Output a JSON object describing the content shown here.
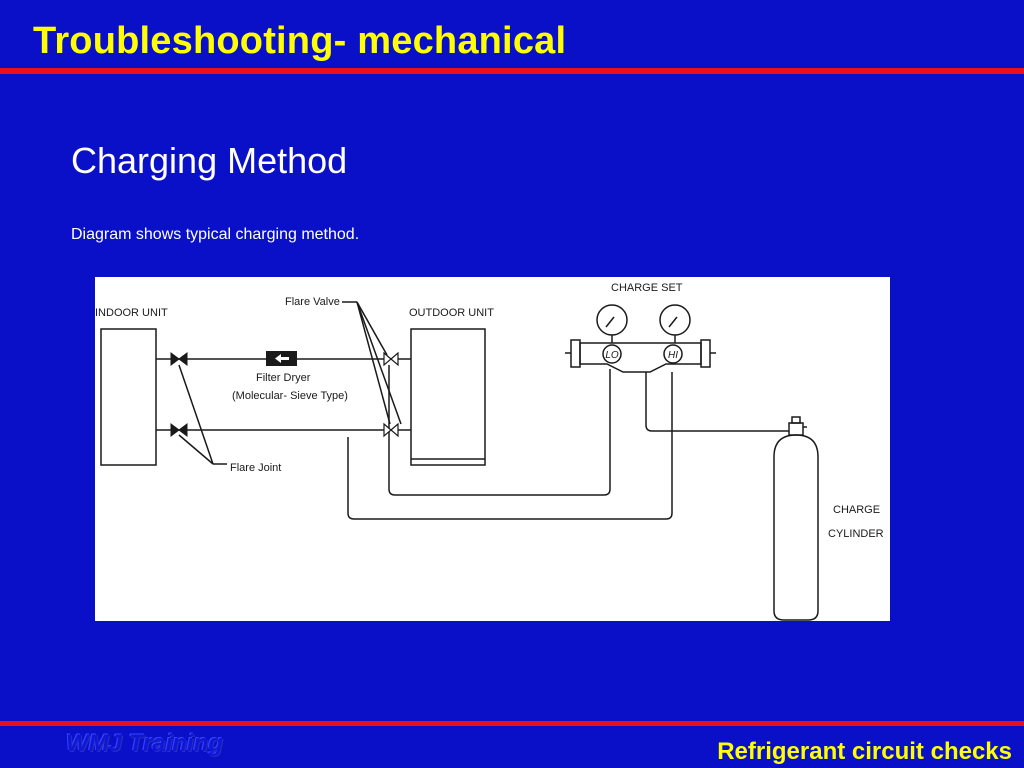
{
  "slide": {
    "title": "Troubleshooting- mechanical",
    "subtitle": "Charging Method",
    "caption": "Diagram shows typical charging method.",
    "footer_left": "WMJ Training",
    "footer_right": "Refrigerant circuit checks"
  },
  "colors": {
    "background": "#0a10c8",
    "title": "#ffff00",
    "rule": "#e8101c",
    "text": "#ffffff"
  },
  "diagram": {
    "indoor_unit": "INDOOR UNIT",
    "outdoor_unit": "OUTDOOR UNIT",
    "flare_valve": "Flare Valve",
    "filter_dryer_line1": "Filter Dryer",
    "filter_dryer_line2": "(Molecular- Sieve Type)",
    "flare_joint": "Flare Joint",
    "charge_set": "CHARGE SET",
    "lo": "LO",
    "hi": "HI",
    "charge_cylinder_line1": "CHARGE",
    "charge_cylinder_line2": "CYLINDER"
  }
}
